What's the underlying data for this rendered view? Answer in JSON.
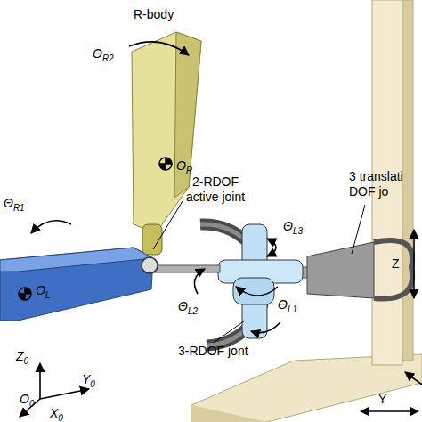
{
  "diagram": {
    "labels": [
      "R-body",
      "ΘR2",
      "OR",
      "2-RDOF active joint",
      "ΘR1",
      "ΘL3",
      "3 translati DOF jo",
      "Z",
      "ΘL2",
      "ΘL1",
      "OL",
      "3-RDOF jont",
      "Z0",
      "Y0",
      "O0",
      "X0",
      "Y"
    ]
  }
}
